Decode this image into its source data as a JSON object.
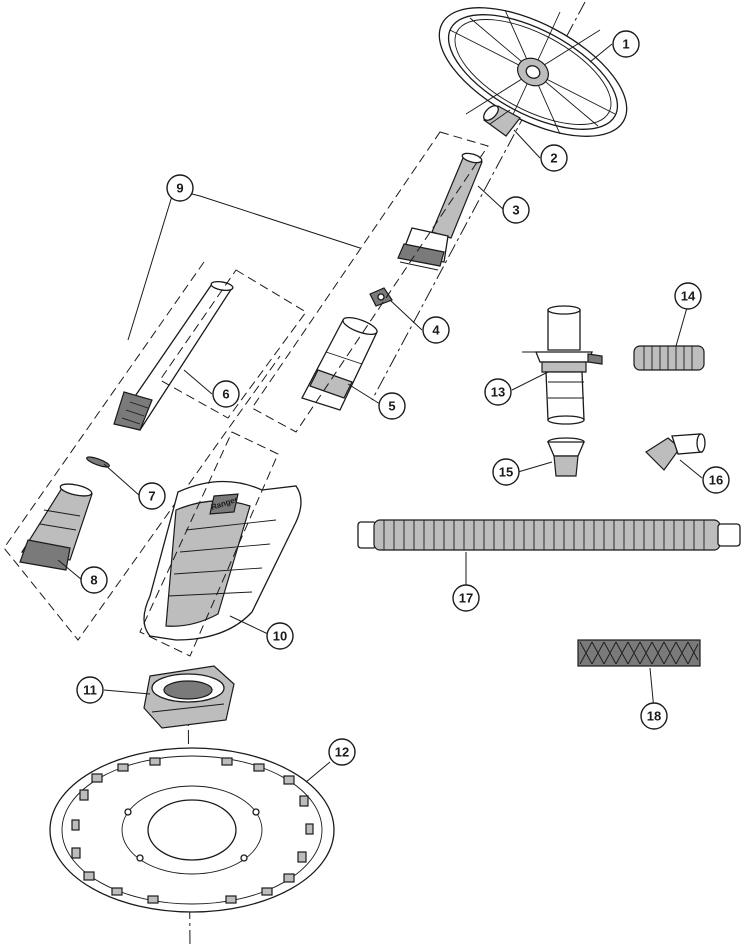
{
  "diagram": {
    "brand_mark": "Ranger",
    "callouts": [
      "1",
      "2",
      "3",
      "4",
      "5",
      "6",
      "7",
      "8",
      "9",
      "10",
      "11",
      "12",
      "13",
      "14",
      "15",
      "16",
      "17",
      "18"
    ]
  },
  "colors": {
    "line": "#1a1a1a",
    "fill_light": "#ffffff",
    "fill_mid": "#bdbdbd",
    "fill_dark": "#7a7a7a"
  }
}
